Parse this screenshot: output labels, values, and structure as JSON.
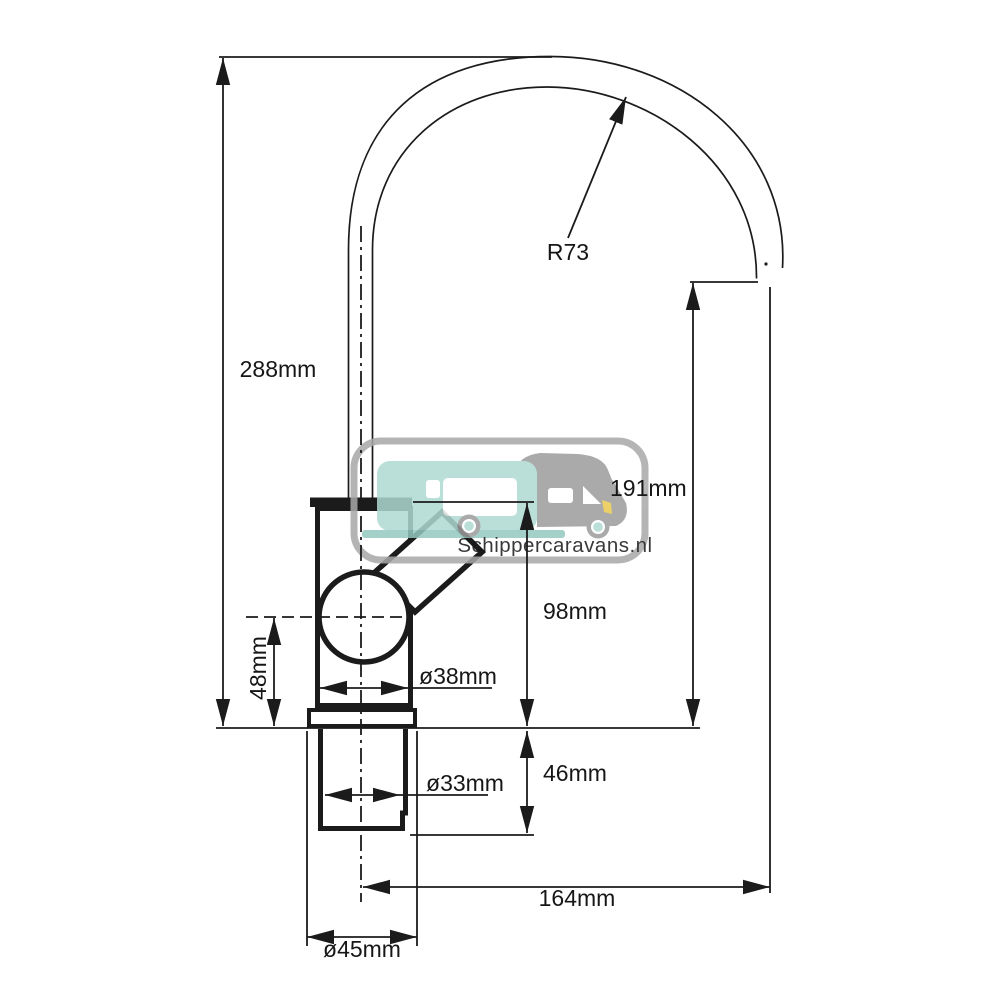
{
  "dimensions": {
    "total_height": "288mm",
    "spout_radius": "R73",
    "outlet_height": "191mm",
    "body_height": "98mm",
    "joint_height": "48mm",
    "body_diameter": "ø38mm",
    "shank_length": "46mm",
    "shank_diameter": "ø33mm",
    "spout_reach": "164mm",
    "base_diameter": "ø45mm"
  },
  "watermark": {
    "text": "Schippercaravans.nl"
  },
  "colors": {
    "line": "#1b1b1b",
    "watermark_border": "#a8a8a8",
    "caravan_teal": "#aedad3",
    "caravan_teal_dark": "#93c9c0",
    "caravan_gray": "#9c9c9c",
    "window_white": "#ffffff",
    "headlight_yellow": "#e9c94f",
    "watermark_text": "#8f8f8f"
  }
}
